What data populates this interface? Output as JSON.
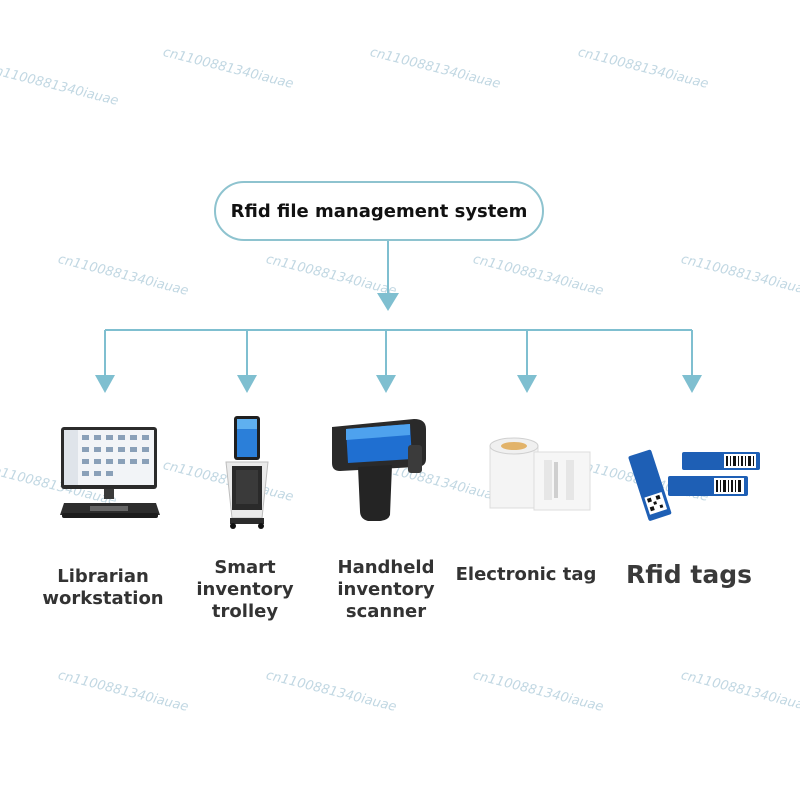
{
  "watermark": "cn1100881340iauae",
  "root": {
    "label": "Rfid file management system"
  },
  "items": [
    {
      "label": "Librarian\nworkstation",
      "icon": "computer-workstation-icon"
    },
    {
      "label": "Smart\ninventory\ntrolley",
      "icon": "inventory-trolley-icon"
    },
    {
      "label": "Handheld\ninventory\nscanner",
      "icon": "handheld-scanner-icon"
    },
    {
      "label": "Electronic tag",
      "icon": "label-roll-icon"
    },
    {
      "label": "Rfid tags",
      "icon": "rfid-tags-icon"
    }
  ],
  "colors": {
    "connector": "#7fbfd0",
    "box_border": "#8ec3cf"
  }
}
